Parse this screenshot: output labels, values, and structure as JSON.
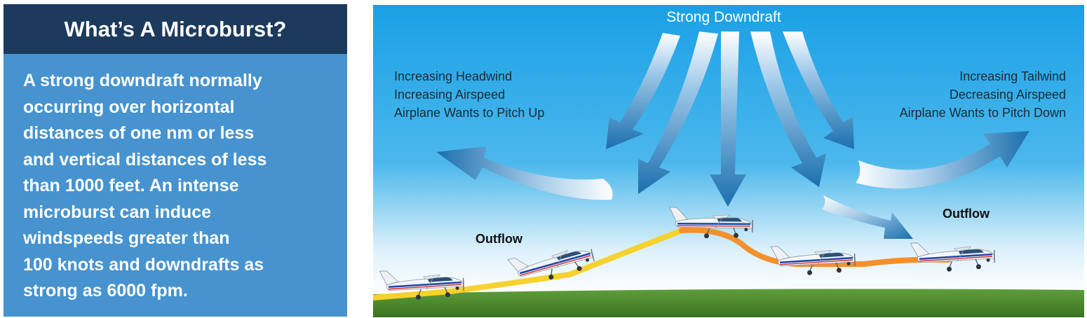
{
  "info_panel": {
    "title": "What’s A Microburst?",
    "body_lines": [
      "A strong downdraft normally",
      "occurring over horizontal",
      "distances of one nm or less",
      "and vertical distances of less",
      "than 1000 feet. An intense",
      "microburst can induce",
      "windspeeds greater than",
      "100 knots and downdrafts as",
      "strong as 6000 fpm."
    ]
  },
  "diagram": {
    "title": "Strong Downdraft",
    "left_effects": [
      "Increasing Headwind",
      "Increasing Airspeed",
      "Airplane Wants to Pitch Up"
    ],
    "right_effects": [
      "Increasing Tailwind",
      "Decreasing Airspeed",
      "Airplane Wants to Pitch Down"
    ],
    "outflow_left": "Outflow",
    "outflow_right": "Outflow"
  },
  "colors": {
    "header": "#1c3a5c",
    "panel": "#4693cf",
    "sky_top": "#1aa0e6",
    "ground": "#4b8a2c",
    "arrow_dark": "#1b6fae",
    "path_yellow": "#f7d12e",
    "path_orange": "#f4902c"
  }
}
